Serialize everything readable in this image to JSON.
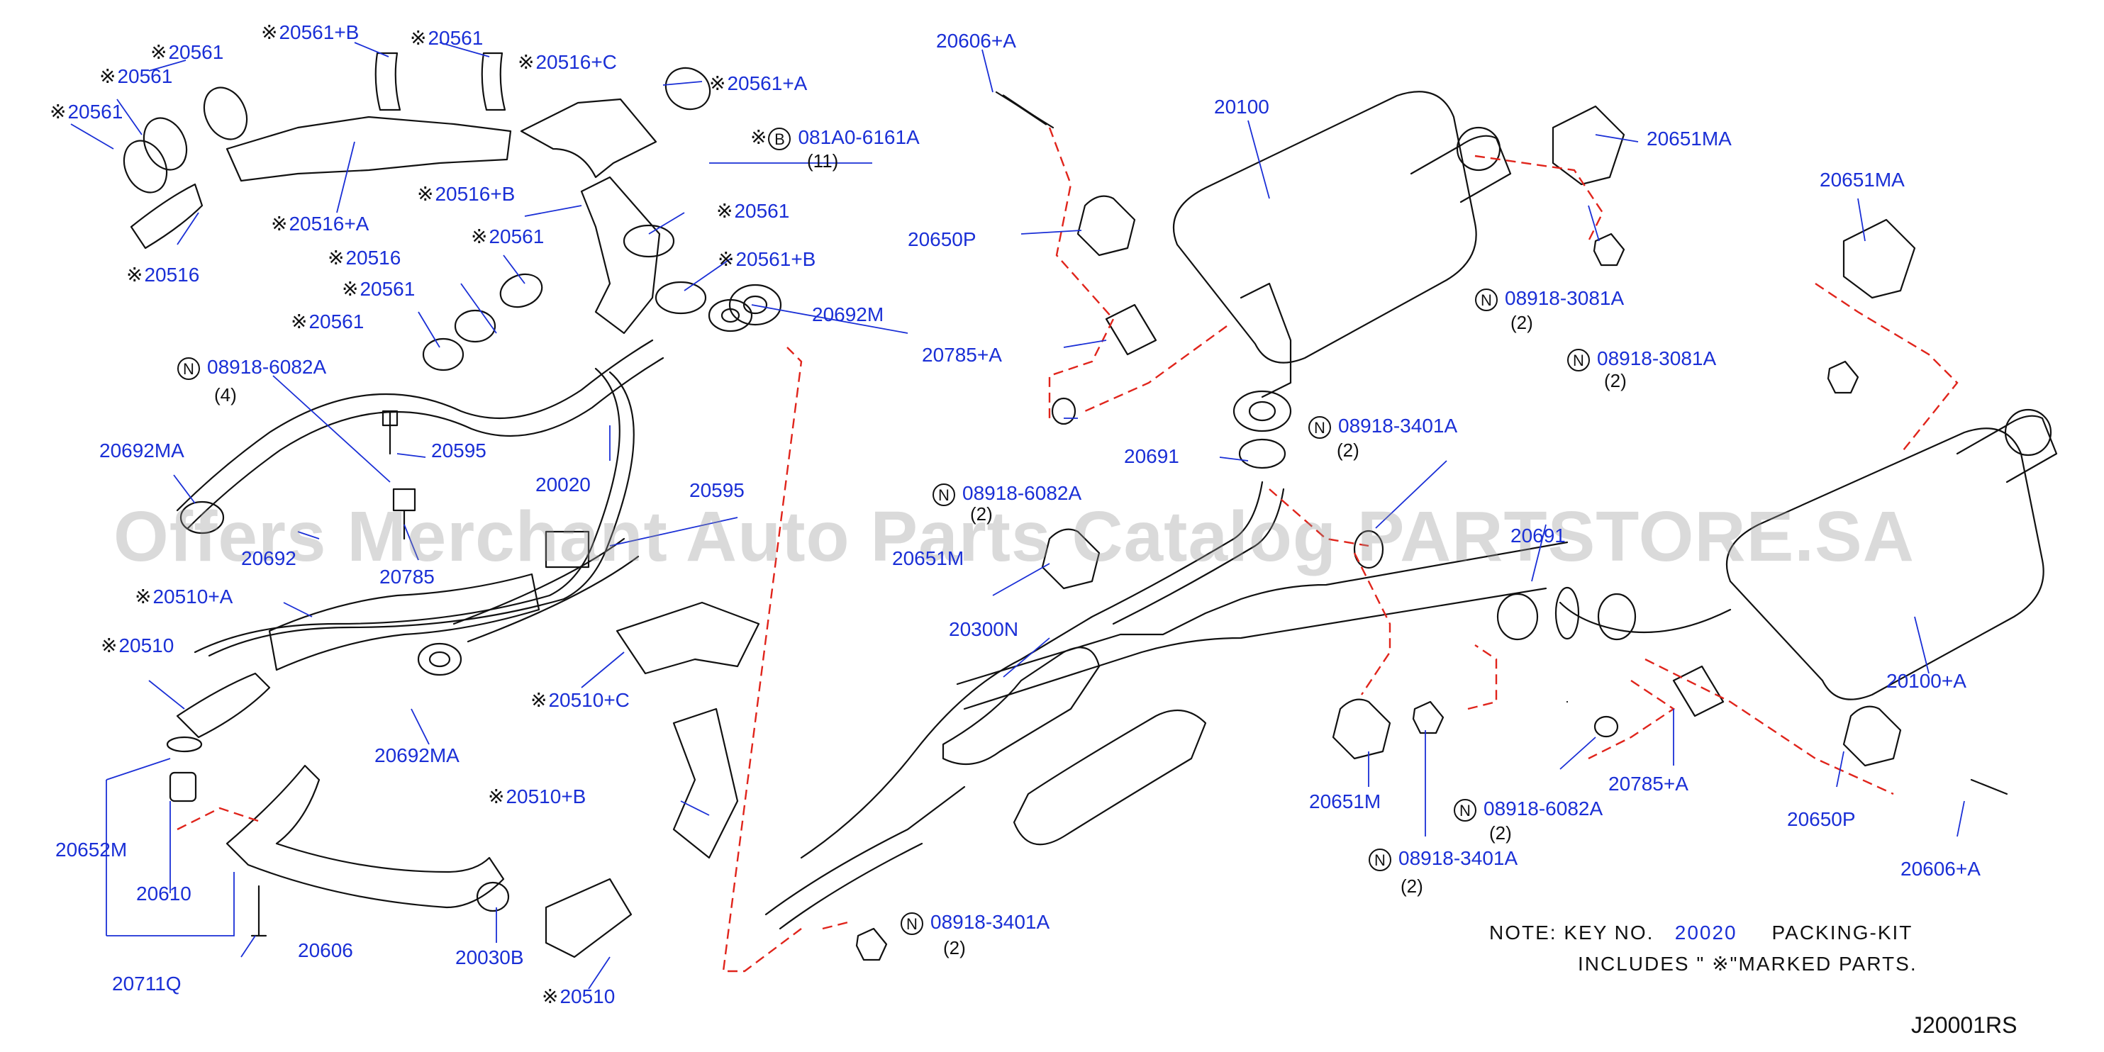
{
  "watermark": "Offers Merchant Auto Parts Catalog PARTSTORE.SA",
  "diagram_code": "J20001RS",
  "note": {
    "line1_prefix": "NOTE:  KEY  NO.",
    "line1_code": "20020",
    "line1_suffix": "PACKING-KIT",
    "line2": "INCLUDES  \"   ※\"MARKED  PARTS."
  },
  "labels": [
    {
      "id": "l1",
      "text": "20561+B",
      "ast": true
    },
    {
      "id": "l2",
      "text": "20561",
      "ast": true
    },
    {
      "id": "l3",
      "text": "20561",
      "ast": true
    },
    {
      "id": "l4",
      "text": "20561",
      "ast": true
    },
    {
      "id": "l5",
      "text": "20561",
      "ast": true
    },
    {
      "id": "l6",
      "text": "20516+C",
      "ast": true
    },
    {
      "id": "l7",
      "text": "20561+A",
      "ast": true
    },
    {
      "id": "l8",
      "text": "081A0-6161A",
      "circle": "B",
      "ast": true
    },
    {
      "id": "l9",
      "text": "20516+A",
      "ast": true
    },
    {
      "id": "l10",
      "text": "20516",
      "ast": true
    },
    {
      "id": "l11",
      "text": "20516+B",
      "ast": true
    },
    {
      "id": "l12",
      "text": "20561",
      "ast": true
    },
    {
      "id": "l13",
      "text": "20516",
      "ast": true
    },
    {
      "id": "l14",
      "text": "20561",
      "ast": true
    },
    {
      "id": "l15",
      "text": "20561+B",
      "ast": true
    },
    {
      "id": "l16",
      "text": "20561",
      "ast": true
    },
    {
      "id": "l17",
      "text": "20561",
      "ast": true
    },
    {
      "id": "l18",
      "text": "20692M"
    },
    {
      "id": "l19",
      "text": "08918-6082A",
      "circle": "N"
    },
    {
      "id": "l20",
      "text": "20692MA"
    },
    {
      "id": "l21",
      "text": "20595"
    },
    {
      "id": "l22",
      "text": "20020"
    },
    {
      "id": "l23",
      "text": "20595"
    },
    {
      "id": "l24",
      "text": "20692"
    },
    {
      "id": "l25",
      "text": "20785"
    },
    {
      "id": "l26",
      "text": "20510+A",
      "ast": true
    },
    {
      "id": "l27",
      "text": "20510",
      "ast": true
    },
    {
      "id": "l28",
      "text": "20510+C",
      "ast": true
    },
    {
      "id": "l29",
      "text": "20692MA"
    },
    {
      "id": "l30",
      "text": "20652M"
    },
    {
      "id": "l31",
      "text": "20610"
    },
    {
      "id": "l32",
      "text": "20606"
    },
    {
      "id": "l33",
      "text": "20711Q"
    },
    {
      "id": "l34",
      "text": "20030B"
    },
    {
      "id": "l35",
      "text": "20510+B",
      "ast": true
    },
    {
      "id": "l36",
      "text": "20510",
      "ast": true
    },
    {
      "id": "l37",
      "text": "20606+A"
    },
    {
      "id": "l38",
      "text": "20100"
    },
    {
      "id": "l39",
      "text": "20651MA"
    },
    {
      "id": "l40",
      "text": "20650P"
    },
    {
      "id": "l41",
      "text": "08918-3081A",
      "circle": "N"
    },
    {
      "id": "l42",
      "text": "20651MA"
    },
    {
      "id": "l43",
      "text": "20785+A"
    },
    {
      "id": "l44",
      "text": "08918-3081A",
      "circle": "N"
    },
    {
      "id": "l45",
      "text": "08918-3401A",
      "circle": "N"
    },
    {
      "id": "l46",
      "text": "20691"
    },
    {
      "id": "l47",
      "text": "08918-6082A",
      "circle": "N"
    },
    {
      "id": "l48",
      "text": "20651M"
    },
    {
      "id": "l49",
      "text": "20300N"
    },
    {
      "id": "l50",
      "text": "20691"
    },
    {
      "id": "l51",
      "text": "20100+A"
    },
    {
      "id": "l52",
      "text": "20785+A"
    },
    {
      "id": "l53",
      "text": "20650P"
    },
    {
      "id": "l54",
      "text": "20651M"
    },
    {
      "id": "l55",
      "text": "08918-6082A",
      "circle": "N"
    },
    {
      "id": "l56",
      "text": "08918-3401A",
      "circle": "N"
    },
    {
      "id": "l57",
      "text": "20606+A"
    },
    {
      "id": "l58",
      "text": "08918-3401A",
      "circle": "N"
    }
  ],
  "quantities": [
    {
      "id": "q1",
      "text": "(11)"
    },
    {
      "id": "q2",
      "text": "(4)"
    },
    {
      "id": "q3",
      "text": "(2)"
    },
    {
      "id": "q4",
      "text": "(2)"
    },
    {
      "id": "q5",
      "text": "(2)"
    },
    {
      "id": "q6",
      "text": "(2)"
    },
    {
      "id": "q7",
      "text": "(2)"
    },
    {
      "id": "q8",
      "text": "(2)"
    },
    {
      "id": "q9",
      "text": "(2)"
    }
  ]
}
